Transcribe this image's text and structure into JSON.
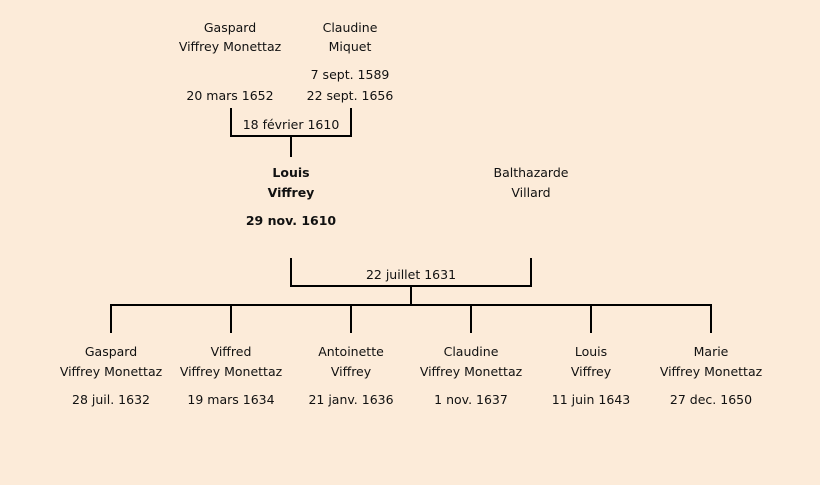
{
  "parents": {
    "father": {
      "first": "Gaspard",
      "last": "Viffrey Monettaz",
      "death": "20 mars 1652"
    },
    "mother": {
      "first": "Claudine",
      "last": "Miquet",
      "birth": "7 sept. 1589",
      "death": "22 sept. 1656"
    },
    "marriage": "18 février 1610"
  },
  "subject": {
    "first": "Louis",
    "last": "Viffrey",
    "birth": "29 nov. 1610"
  },
  "spouse": {
    "first": "Balthazarde",
    "last": "Villard"
  },
  "marriage": "22 juillet 1631",
  "children": [
    {
      "first": "Gaspard",
      "last": "Viffrey Monettaz",
      "birth": "28 juil. 1632"
    },
    {
      "first": "Viffred",
      "last": "Viffrey Monettaz",
      "birth": "19 mars 1634"
    },
    {
      "first": "Antoinette",
      "last": "Viffrey",
      "birth": "21 janv. 1636"
    },
    {
      "first": "Claudine",
      "last": "Viffrey Monettaz",
      "birth": "1 nov. 1637"
    },
    {
      "first": "Louis",
      "last": "Viffrey",
      "birth": "11 juin 1643"
    },
    {
      "first": "Marie",
      "last": "Viffrey Monettaz",
      "birth": "27 dec. 1650"
    }
  ]
}
